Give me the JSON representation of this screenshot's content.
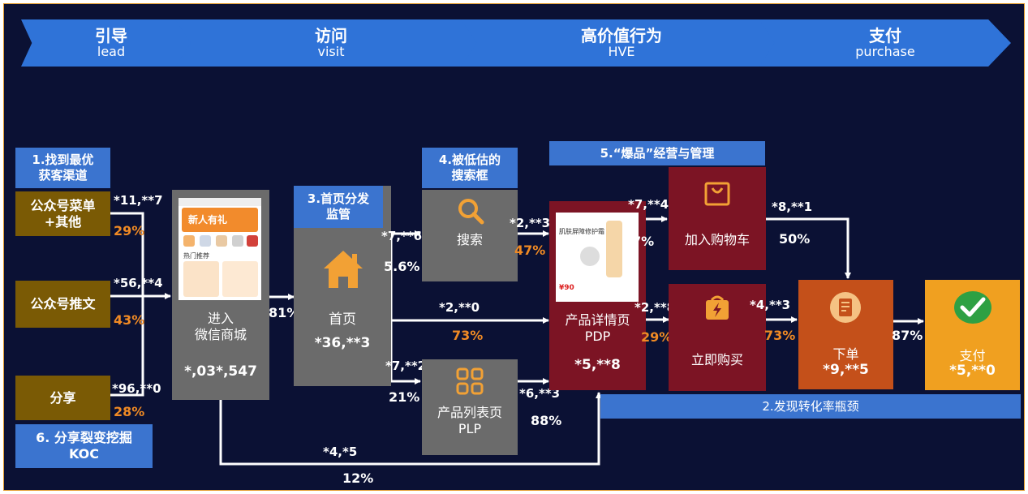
{
  "stages": [
    {
      "cn": "引导",
      "en": "lead"
    },
    {
      "cn": "访问",
      "en": "visit"
    },
    {
      "cn": "高价值行为",
      "en": "HVE"
    },
    {
      "cn": "支付",
      "en": "purchase"
    }
  ],
  "annotations": {
    "a1": "1.找到最优\n获客渠道",
    "a2": "2.发现转化率瓶颈",
    "a3": "3.首页分发\n监管",
    "a4": "4.被低估的\n搜索框",
    "a5": "5.“爆品”经营与管理",
    "a6": "6. 分享裂变挖掘\nKOC"
  },
  "channels": [
    {
      "name": "公众号菜单\n+其他",
      "count": "*11,**7",
      "pct": "29%"
    },
    {
      "name": "公众号推文",
      "count": "*56,**4",
      "pct": "43%"
    },
    {
      "name": "分享",
      "count": "*96,**0",
      "pct": "28%"
    }
  ],
  "nodes": {
    "mall": {
      "name": "进入\n微信商城",
      "count": "*,03*,547"
    },
    "home": {
      "name": "首页",
      "count": "*36,**3"
    },
    "search": {
      "name": "搜索"
    },
    "plp": {
      "name": "产品列表页\nPLP"
    },
    "pdp": {
      "name": "产品详情页\nPDP",
      "count": "*5,**8"
    },
    "cart": {
      "name": "加入购物车"
    },
    "buy": {
      "name": "立即购买"
    },
    "order": {
      "name": "下单",
      "count": "*9,**5"
    },
    "pay": {
      "name": "支付",
      "count": "*5,**0"
    }
  },
  "flows": {
    "mall_home_pct": "81%",
    "home_search": {
      "count": "*7,**6",
      "pct": "5.6%"
    },
    "home_pdp": {
      "count": "*2,**0",
      "pct": "73%"
    },
    "home_plp": {
      "count": "*7,**2",
      "pct": "21%"
    },
    "search_pdp": {
      "count": "*2,**3",
      "pct": "47%"
    },
    "plp_pdp": {
      "count": "*6,**3",
      "pct": "88%"
    },
    "mall_pdp": {
      "count": "*4,*5",
      "pct": "12%"
    },
    "pdp_cart": {
      "count": "*7,**4",
      "pct": "7%"
    },
    "pdp_buy": {
      "count": "*2,**8",
      "pct": "29%"
    },
    "cart_order": {
      "count": "*8,**1",
      "pct": "50%"
    },
    "buy_order": {
      "count": "*4,**3",
      "pct": "73%"
    },
    "order_pay_pct": "87%"
  },
  "phone": {
    "banner_text": "新人有礼",
    "section": "热门推荐"
  },
  "pdp_screen": {
    "product_text": "肌肤屏障修护霜",
    "price": "¥90"
  },
  "icons": [
    "house-icon",
    "search-icon",
    "grid-icon",
    "shopping-bag-icon",
    "lightning-bag-icon",
    "order-icon",
    "checkmark-icon"
  ],
  "colors": {
    "background": "#0b1134",
    "banner": "#2f73d8",
    "annotation": "#3b74cf",
    "channel": "#7a5a05",
    "node_gray": "#6b6b6b",
    "node_maroon": "#7c1424",
    "order": "#c4501a",
    "pay": "#f0a020",
    "highlight_pct": "#f08a24"
  }
}
